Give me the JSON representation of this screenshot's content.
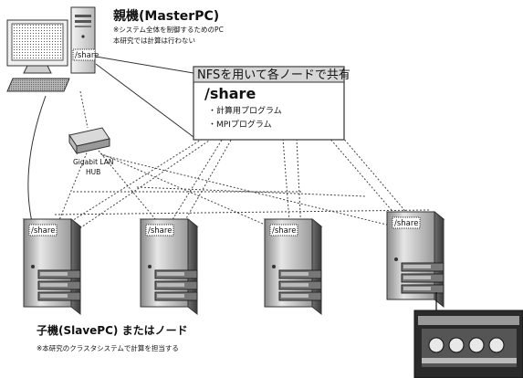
{
  "master": {
    "title": "親機(MasterPC)",
    "note_line1": "※システム全体を制御するためのPC",
    "note_line2": "本研究では計算は行わない",
    "share_label": "/share"
  },
  "nfs_box": {
    "title": "NFSを用いて各ノードで共有",
    "path": "/share",
    "items": [
      "・計算用プログラム",
      "・MPIプログラム"
    ]
  },
  "hub": {
    "line1": "Gigabit LAN",
    "line2": "HUB"
  },
  "slaves": [
    {
      "share_label": "/share"
    },
    {
      "share_label": "/share"
    },
    {
      "share_label": "/share"
    },
    {
      "share_label": "/share"
    }
  ],
  "slave_caption": {
    "title": "子機(SlavePC) またはノード",
    "note": "※本研究のクラスタシステムで計算を担当する"
  }
}
